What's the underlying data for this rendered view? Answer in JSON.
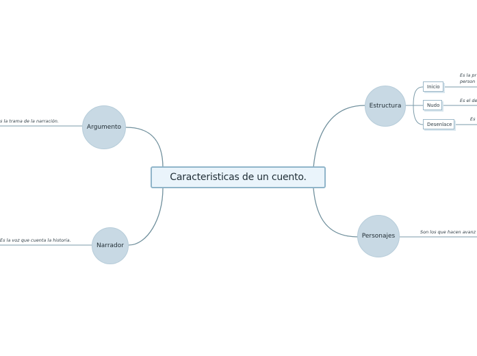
{
  "central_title": "Caracteristicas de un cuento.",
  "nodes": {
    "argumento": {
      "label": "Argumento",
      "description": "s la trama de la narración."
    },
    "narrador": {
      "label": "Narrador",
      "description": "Es la voz que cuenta la historia."
    },
    "estructura": {
      "label": "Estructura",
      "children": [
        {
          "label": "Inicio",
          "description_line1": "Es la pr",
          "description_line2": "person"
        },
        {
          "label": "Nudo",
          "description_line1": "Es el de"
        },
        {
          "label": "Desenlace",
          "description_line1": "Es"
        }
      ]
    },
    "personajes": {
      "label": "Personajes",
      "description": "Son los que hacen avanz"
    }
  },
  "colors": {
    "node_fill": "#c8d9e4",
    "central_border": "#8fb4c9",
    "central_fill": "#eaf4fb",
    "link": "#6f8f9c"
  }
}
